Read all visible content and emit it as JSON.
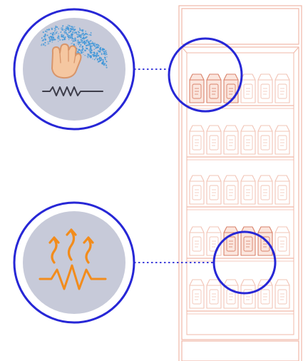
{
  "colors": {
    "background": "#ffffff",
    "fridge_outline": "#f0b8a8",
    "product_outline": "#f2c4b6",
    "product_highlight": "#d9826a",
    "product_highlight_fill": "#fbe6de",
    "callout_ring": "#2727d6",
    "callout_fill": "#c7cad9",
    "connector": "#2727d6",
    "hand_skin": "#f5c7a1",
    "hand_outline": "#d8956a",
    "mist": "#3f96d8",
    "heat_arrows": "#f28c1c",
    "wave_dark": "#3d3d4a",
    "wave_orange": "#f28c1c"
  },
  "diagram": {
    "callouts": [
      {
        "id": "condensation",
        "icon": "hand-with-mist-icon",
        "wave": "zigzag-line-icon",
        "target": "top-shelf-products"
      },
      {
        "id": "heat",
        "icon": "heat-waves-icon",
        "wave": "zigzag-line-icon",
        "target": "lower-shelf-products"
      }
    ],
    "fridge": {
      "shelves": 5,
      "products_per_shelf": 6
    }
  }
}
